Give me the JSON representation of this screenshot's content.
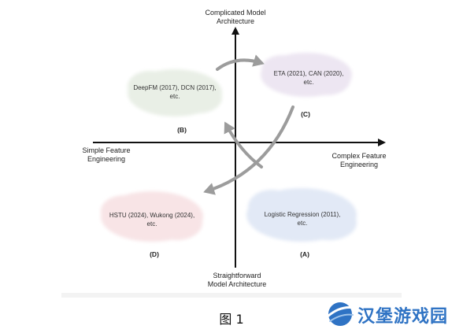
{
  "axes": {
    "top": "Complicated Model\nArchitecture",
    "bottom": "Straightforward\nModel Architecture",
    "left": "Simple Feature\nEngineering",
    "right": "Complex Feature\nEngineering"
  },
  "quadrants": {
    "B": {
      "letter": "(B)",
      "text": "DeepFM (2017), DCN (2017),\netc.",
      "color": "#e9efe6"
    },
    "C": {
      "letter": "(C)",
      "text": "ETA (2021), CAN (2020),\netc.",
      "color": "#ede6f2"
    },
    "D": {
      "letter": "(D)",
      "text": "HSTU (2024), Wukong (2024),\netc.",
      "color": "#f8e4e6"
    },
    "A": {
      "letter": "(A)",
      "text": "Logistic Regression (2011),\netc.",
      "color": "#e2e9f6"
    }
  },
  "caption": "图 1",
  "watermark": {
    "text": "汉堡游戏园",
    "icon": "planet-swoosh-icon",
    "color": "#2f73c4"
  }
}
